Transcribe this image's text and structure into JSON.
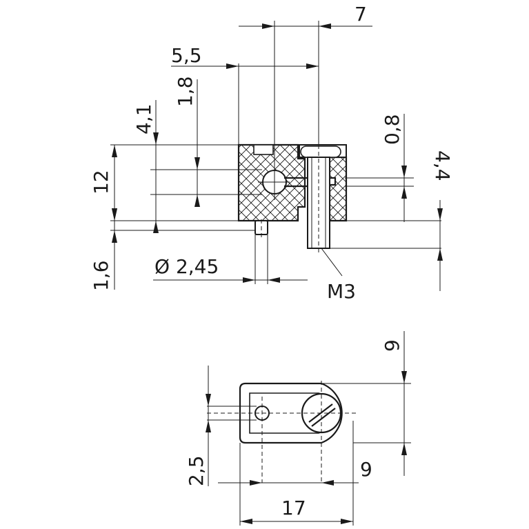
{
  "drawing": {
    "dimensions": {
      "d7": "7",
      "d5_5": "5,5",
      "d1_8": "1,8",
      "d4_1": "4,1",
      "d12": "12",
      "d1_6": "1,6",
      "d_pin": "Ø 2,45",
      "d0_8": "0,8",
      "d4_4": "4,4",
      "d9_top": "9",
      "d2_5": "2,5",
      "d9_bottom": "9",
      "d17": "17"
    },
    "thread_label": "M3"
  }
}
